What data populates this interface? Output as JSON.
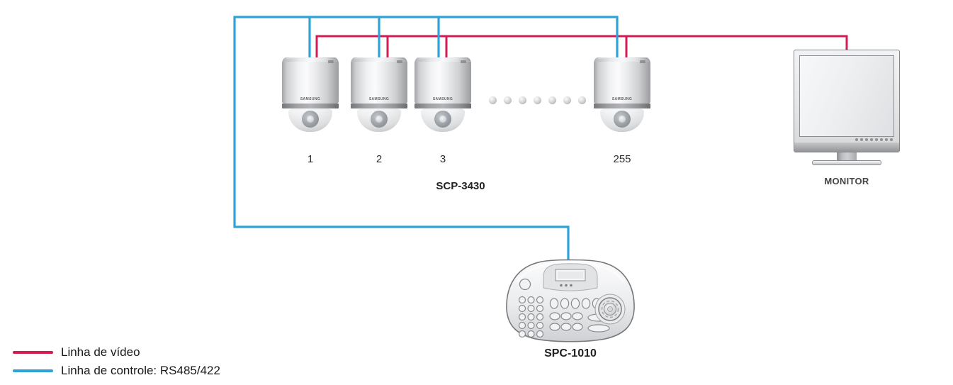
{
  "lines": {
    "video_color": "#d31e55",
    "control_color": "#2fa3d7"
  },
  "legend": {
    "items": [
      {
        "name": "video-line",
        "label": "Linha de vídeo",
        "color": "#d31e55"
      },
      {
        "name": "control-line",
        "label": "Linha de controle: RS485/422",
        "color": "#2fa3d7"
      }
    ]
  },
  "cameras": {
    "group_label": "SCP-3430",
    "brand": "SAMSUNG",
    "ellipsis_dots": 7,
    "items": [
      {
        "label": "1"
      },
      {
        "label": "2"
      },
      {
        "label": "3"
      },
      {
        "label": "255"
      }
    ]
  },
  "monitor": {
    "label": "MONITOR"
  },
  "controller": {
    "label": "SPC-1010"
  }
}
